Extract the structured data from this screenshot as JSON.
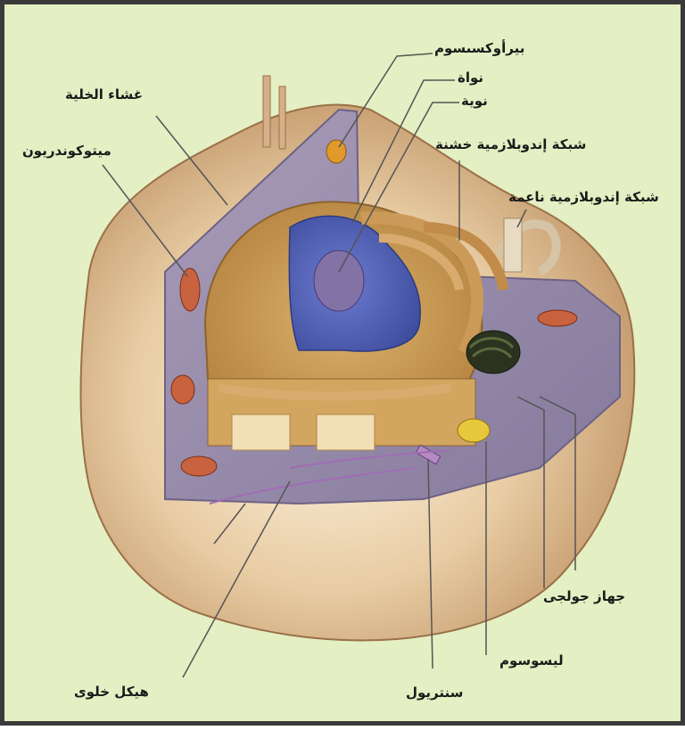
{
  "labels": {
    "peroxisome": "بيرأوكسىسوم",
    "nucleus": "نواة",
    "nucleolus": "نوية",
    "cell_membrane": "غشاء الخلية",
    "mitochondrion": "ميتوكوندريون",
    "rough_er": "شبكة إندوبلازمية خشنة",
    "smooth_er": "شبكة إندوبلازمية ناعمة",
    "golgi": "جهاز جولجى",
    "lysosome": "ليسوسوم",
    "centriole": "سنتريول",
    "cytoskeleton": "هيكل خلوى"
  },
  "colors": {
    "background": "#e4efc3",
    "frame": "#3a3a3a",
    "outer_cell": "#dcb891",
    "cytoplasm": "#968aaa",
    "nucleus_body": "#c79a58",
    "chromatin": "#4f5fb4",
    "er": "#cc9a58",
    "golgi": "#2b3320",
    "mitochondrion": "#c9623e",
    "lysosome": "#e6c83a",
    "peroxisome": "#e2992c",
    "leader_line": "#555555"
  }
}
